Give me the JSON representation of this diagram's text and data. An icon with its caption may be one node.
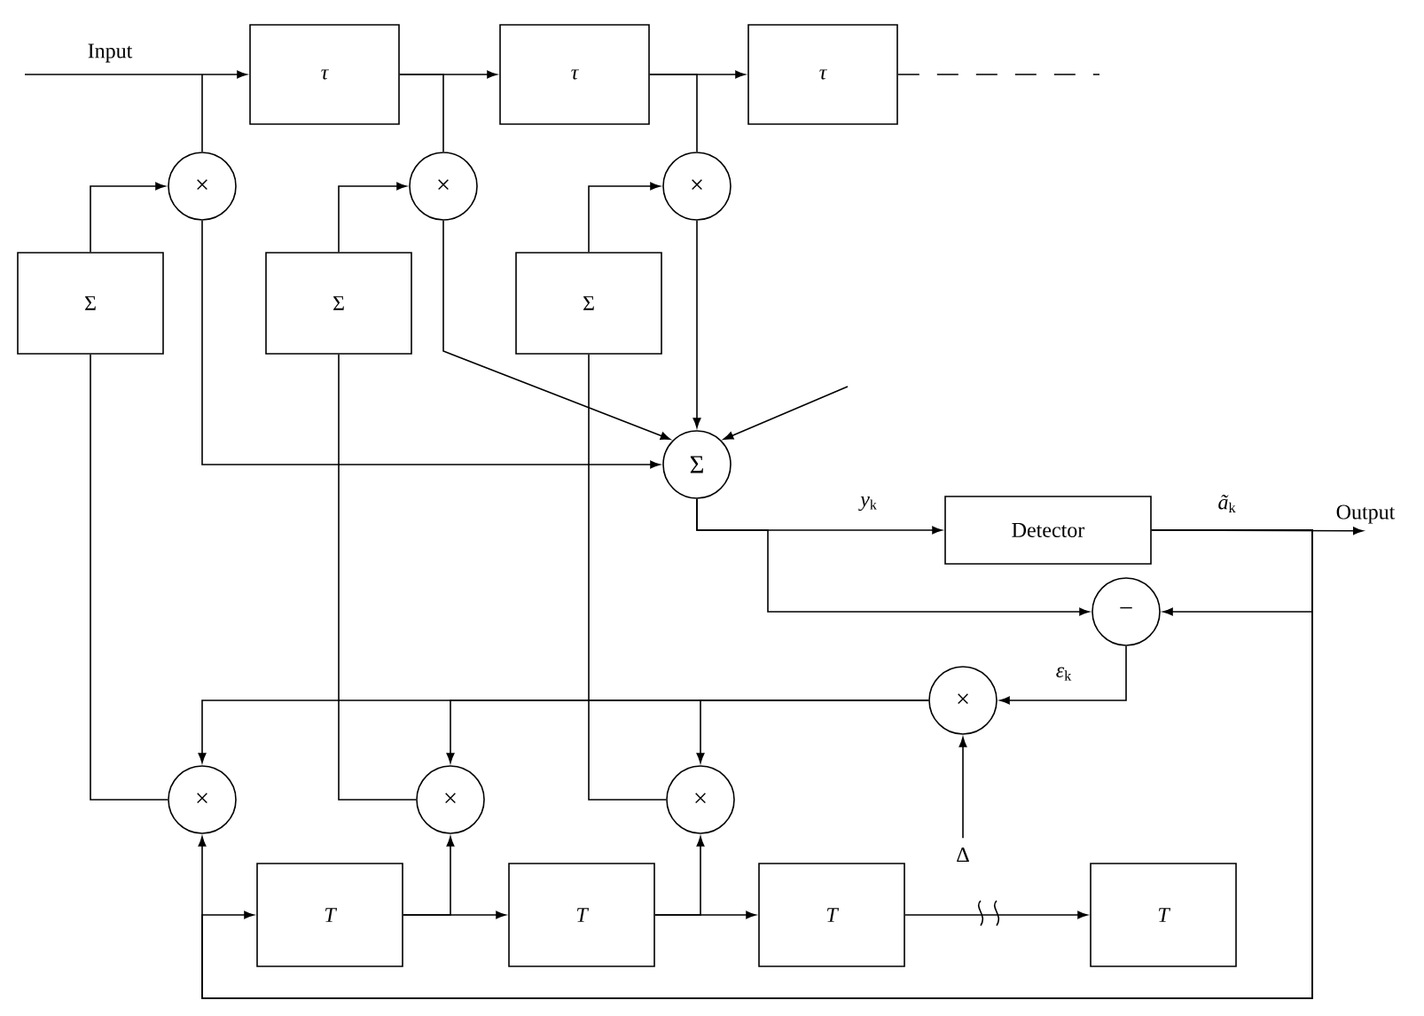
{
  "diagram": {
    "nodes": [
      {
        "text": [
          "τ"
        ]
      },
      {
        "text": [
          "τ"
        ]
      },
      {
        "text": [
          "τ"
        ]
      },
      {
        "text": [
          "×"
        ]
      },
      {
        "text": [
          "×"
        ]
      },
      {
        "text": [
          "×"
        ]
      },
      {
        "text": [
          "Σ"
        ]
      },
      {
        "text": [
          "Σ"
        ]
      },
      {
        "text": [
          "Σ"
        ]
      },
      {
        "text": [
          "Σ"
        ]
      },
      {
        "text": [
          "Detector"
        ]
      },
      {
        "text": [
          "−"
        ]
      },
      {
        "text": [
          "×"
        ]
      },
      {
        "text": [
          "Δ"
        ]
      },
      {
        "text": [
          "×"
        ]
      },
      {
        "text": [
          "×"
        ]
      },
      {
        "text": [
          "×"
        ]
      },
      {
        "text": [
          "T"
        ]
      },
      {
        "text": [
          "T"
        ]
      },
      {
        "text": [
          "T"
        ]
      },
      {
        "text": [
          "T"
        ]
      },
      {
        "text": [
          "Output"
        ]
      }
    ],
    "edges": [
      {
        "from": null,
        "to": 0,
        "arrow": "to",
        "label": "Input"
      },
      {
        "from": 0,
        "to": 1,
        "arrow": "to"
      },
      {
        "from": 1,
        "to": 2,
        "arrow": "to"
      },
      {
        "from": 2,
        "to": null,
        "arrow": "none",
        "style": "dashed"
      },
      {
        "from": null,
        "to": 3,
        "arrow": "none"
      },
      {
        "from": 0,
        "to": 4,
        "arrow": "none"
      },
      {
        "from": 1,
        "to": 5,
        "arrow": "none"
      },
      {
        "from": 6,
        "to": 3,
        "arrow": "to"
      },
      {
        "from": 7,
        "to": 4,
        "arrow": "to"
      },
      {
        "from": 8,
        "to": 5,
        "arrow": "to"
      },
      {
        "from": 3,
        "to": 9,
        "arrow": "to"
      },
      {
        "from": 4,
        "to": 9,
        "arrow": "to"
      },
      {
        "from": 5,
        "to": 9,
        "arrow": "to"
      },
      {
        "from": null,
        "to": 9,
        "arrow": "to"
      },
      {
        "from": 9,
        "to": 10,
        "arrow": "to",
        "label": "*y*$_{k}$"
      },
      {
        "from": 10,
        "to": 21,
        "arrow": "to",
        "label": "*ã*$_{k}$"
      },
      {
        "from": 9,
        "to": 11,
        "arrow": "to"
      },
      {
        "from": 10,
        "to": 11,
        "arrow": "to"
      },
      {
        "from": 11,
        "to": 12,
        "arrow": "to",
        "label": "*ε*$_{k}$"
      },
      {
        "from": 13,
        "to": 12,
        "arrow": "to"
      },
      {
        "from": 12,
        "to": 14,
        "arrow": "to"
      },
      {
        "from": 12,
        "to": 15,
        "arrow": "to"
      },
      {
        "from": 12,
        "to": 16,
        "arrow": "to"
      },
      {
        "from": 14,
        "to": 6,
        "arrow": "none"
      },
      {
        "from": 15,
        "to": 7,
        "arrow": "none"
      },
      {
        "from": 16,
        "to": 8,
        "arrow": "none"
      },
      {
        "from": 10,
        "to": 14,
        "arrow": "to"
      },
      {
        "from": 10,
        "to": 17,
        "arrow": "to"
      },
      {
        "from": 17,
        "to": 18,
        "arrow": "to"
      },
      {
        "from": 17,
        "to": 15,
        "arrow": "to"
      },
      {
        "from": 18,
        "to": 19,
        "arrow": "to"
      },
      {
        "from": 18,
        "to": 16,
        "arrow": "to"
      },
      {
        "from": 19,
        "to": 20,
        "arrow": "to"
      }
    ]
  }
}
